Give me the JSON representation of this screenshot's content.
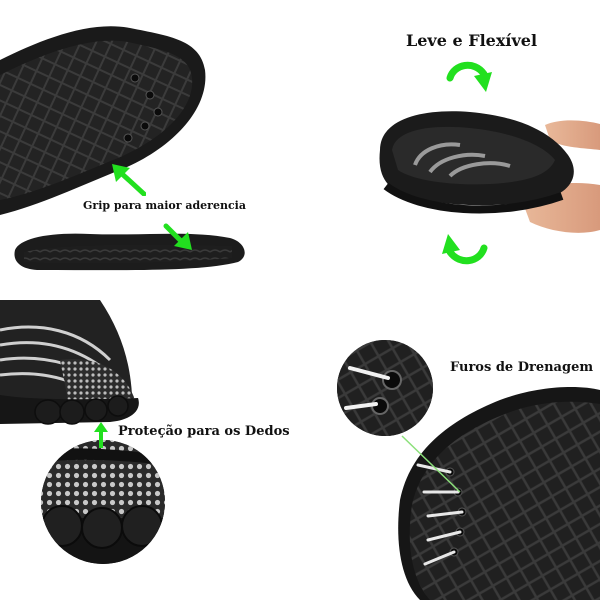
{
  "panels": {
    "grip": {
      "caption": "Grip para maior aderencia"
    },
    "flex": {
      "caption": "Leve e Flexível"
    },
    "toe": {
      "caption": "Proteção para os Dedos"
    },
    "drain": {
      "caption": "Furos de Drenagem"
    }
  },
  "colors": {
    "accent": "#22e01f",
    "sole": "#1c1c1c",
    "tread": "#2e2e2e",
    "mesh": "#3a3a3a"
  }
}
